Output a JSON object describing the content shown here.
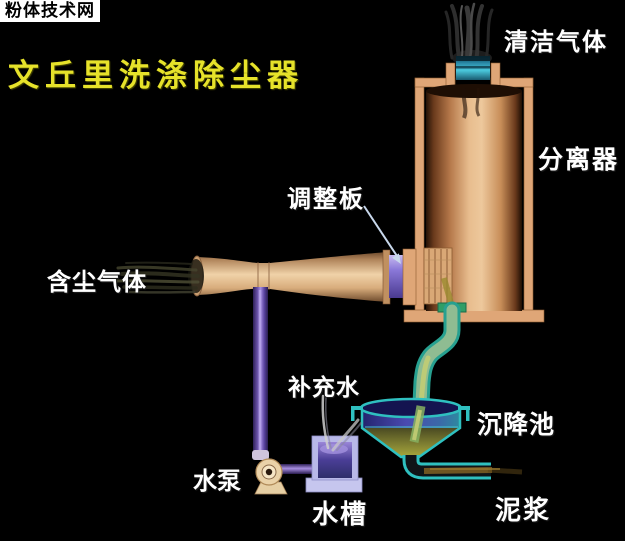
{
  "watermark": "粉体技术网",
  "title": "文丘里洗涤除尘器",
  "labels": {
    "clean_gas": "清洁气体",
    "separator": "分离器",
    "adjust_plate": "调整板",
    "dusty_gas": "含尘气体",
    "makeup_water": "补充水",
    "settling_pond": "沉降池",
    "water_pump": "水泵",
    "water_tank": "水槽",
    "slurry": "泥浆"
  },
  "colors": {
    "background": "#000000",
    "title_yellow": "#e6e22a",
    "label_white": "#ffffff",
    "shell_tan": "#dfa677",
    "cylinder_highlight": "#edc89c",
    "venturi_tan": "#f0d2a8",
    "water_pipe_purple": "#a78ee0",
    "adjust_plate_purple": "#8a78d8",
    "pipe_teal": "#2fc0c0",
    "outlet_port_teal": "#4ac8dc",
    "pond_water_blue": "#4646a8",
    "mud_olive": "#a8a83c",
    "tank_lavender": "#b8b8e8",
    "pump_cream": "#ead2a8",
    "smoke_dark": "#3a3a3a"
  }
}
